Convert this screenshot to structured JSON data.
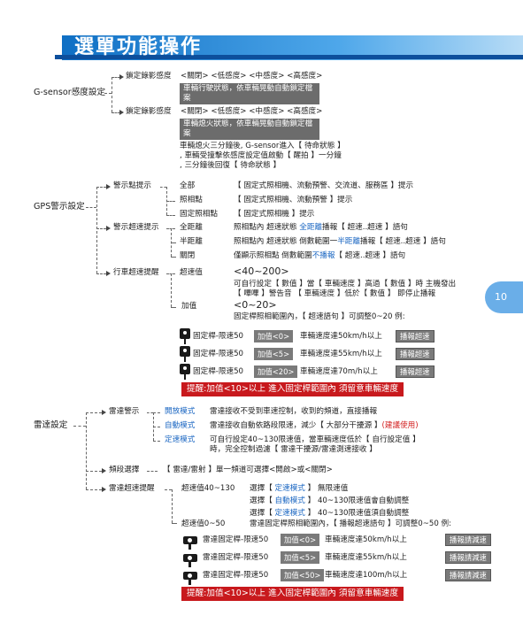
{
  "page": {
    "title": "選單功能操作",
    "page_number": "10"
  },
  "gsensor": {
    "label": "G-sensor感度設定",
    "items": [
      {
        "key": "鎖定錄影感度",
        "options": "<關閉> <低感度> <中感度> <高感度>",
        "note": "車輛行駛狀態，依車輛晃動自動鎖定檔案"
      },
      {
        "key": "鎖定錄影感度",
        "options": "<關閉> <低感度> <中感度> <高感度>",
        "note": "車輛熄火狀態，依車輛晃動自動鎖定檔案"
      }
    ],
    "desc": [
      "車輛熄火三分鐘後, G-sensor進入【 待命狀態 】",
      ", 車輛受撞擊依感度設定值啟動【 醒拍 】一分鐘",
      ", 三分鐘後回復【 待命狀態 】"
    ]
  },
  "gps": {
    "label": "GPS警示設定",
    "groups": [
      {
        "name": "警示點提示",
        "rows": [
          {
            "key": "全部",
            "desc": "【 固定式照相機、流動預警、交流道、服務區 】提示"
          },
          {
            "key": "照相點",
            "desc": "【 固定式照相機、流動預警 】提示"
          },
          {
            "key": "固定照相點",
            "desc": "【 固定式照相機 】提示"
          }
        ]
      },
      {
        "name": "警示超速提示",
        "rows": [
          {
            "key": "全距離",
            "pre": "照相點內 超速狀態 ",
            "hl": "全距離",
            "post": "播報【 超速..超速 】語句"
          },
          {
            "key": "半距離",
            "pre": "照相點內 超速狀態 倒數範圍一",
            "hl": "半距離",
            "post": "播報【 超速..超速 】語句"
          },
          {
            "key": "關閉",
            "pre": "僅顯示照相點 倒數範圍",
            "hl": "不播報",
            "post": "【 超速..超速 】語句"
          }
        ]
      },
      {
        "name": "行車超速提醒",
        "rows": [
          {
            "key": "超速值",
            "range": "<40~200>",
            "desc": [
              "可自行設定【 數值 】當【 車輛速度 】高過【 數值 】時 主機發出",
              "【 嗶嗶 】警告音 【 車輛速度 】低於【 數值 】 即停止播報"
            ]
          },
          {
            "key": "加值",
            "range": "<0~20>",
            "desc": [
              "固定桿照相範圍內，【 超速語句 】可調整0~20 例:"
            ]
          }
        ]
      }
    ],
    "examples": [
      {
        "label": "固定桿-限速50",
        "add": "加值<0>",
        "speed": "車輛速度達50km/h以上",
        "result": "播報超速"
      },
      {
        "label": "固定桿-限速50",
        "add": "加值<5>",
        "speed": "車輛速度達55km/h以上",
        "result": "播報超速"
      },
      {
        "label": "固定桿-限速50",
        "add": "加值<20>",
        "speed": "車輛速度達70m/h以上",
        "result": "播報超速"
      }
    ],
    "reminder": "提醒:加值<10>以上 進入固定桿範圍內 須留意車輛速度"
  },
  "radar": {
    "label": "雷達設定",
    "alert": {
      "name": "雷達警示",
      "modes": [
        {
          "key": "開放模式",
          "desc": "雷達接收不受到車速控制，收到的頻道，直接播報"
        },
        {
          "key": "自動模式",
          "desc": "雷達接收自動依路段限速，減少【 大部分干擾源 】",
          "extra": "(建議使用)"
        },
        {
          "key": "定速模式",
          "desc": [
            "可自行設定40~130限速值，當車輛速度低於【 自行設定值 】",
            "時，完全控制過濾【 雷達干擾源/雷達測速接收 】"
          ]
        }
      ]
    },
    "band": {
      "name": "頻段選擇",
      "desc": "【 雷達/雷射 】單一頻道可選擇<開啟>或<關閉>"
    },
    "overspeed": {
      "name": "雷達超速提醒",
      "rows": [
        {
          "key": "超速值40~130",
          "lines": [
            {
              "pre": "選擇【 ",
              "hl": "定速模式",
              "post": " 】 無限速值"
            },
            {
              "pre": "選擇【 ",
              "hl": "自動模式",
              "post": " 】 40~130限速值會自動調整"
            },
            {
              "pre": "選擇【 ",
              "hl": "定速模式",
              "post": " 】 40~130限速值須自動調整"
            }
          ]
        },
        {
          "key": "超速值0~50",
          "desc": "雷達固定桿照相範圍內，【 播報超速語句 】可調整0~50 例:"
        }
      ]
    },
    "examples": [
      {
        "label": "雷達固定桿-限速50",
        "add": "加值<0>",
        "speed": "車輛速度達50km/h以上",
        "result": "播報請減速"
      },
      {
        "label": "雷達固定桿-限速50",
        "add": "加值<5>",
        "speed": "車輛速度達55km/h以上",
        "result": "播報請減速"
      },
      {
        "label": "雷達固定桿-限速50",
        "add": "加值<50>",
        "speed": "車輛速度達100m/h以上",
        "result": "播報請減速"
      }
    ],
    "reminder": "提醒:加值<10>以上 進入固定桿範圍內 須留意車輛速度"
  },
  "colors": {
    "title_bg": "#1581d4",
    "accent_blue": "#1a66c2",
    "alert_red": "#c8191d",
    "tab_blue": "#6aaee8"
  }
}
